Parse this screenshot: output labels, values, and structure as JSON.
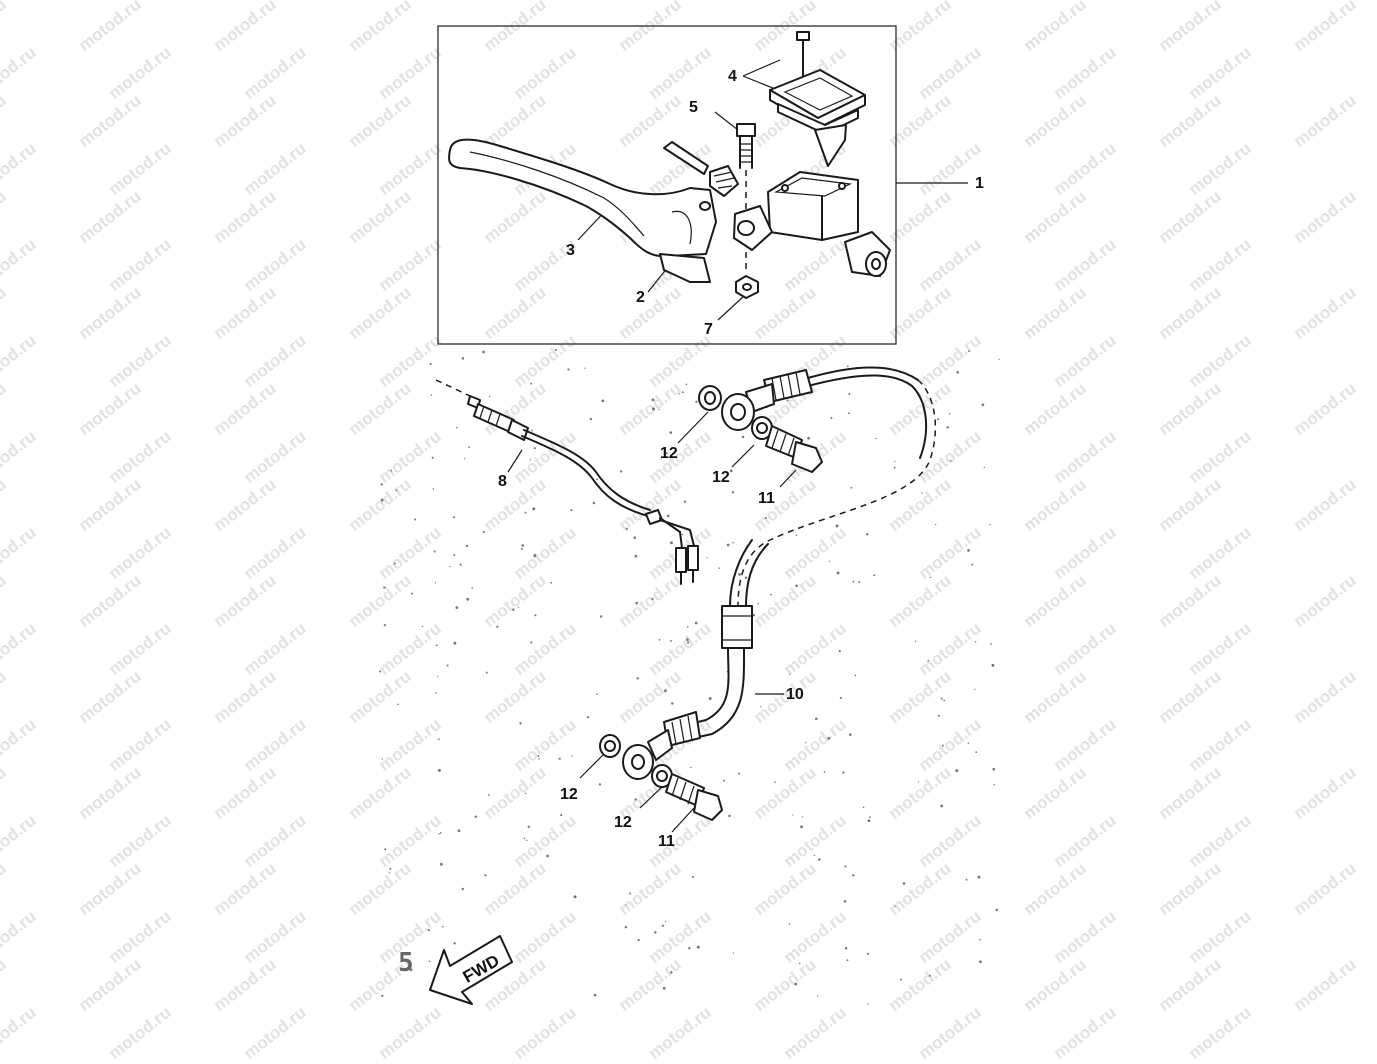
{
  "watermark": {
    "text": "motod.ru"
  },
  "callouts": [
    {
      "id": "1",
      "label": "1"
    },
    {
      "id": "2",
      "label": "2"
    },
    {
      "id": "3",
      "label": "3"
    },
    {
      "id": "4",
      "label": "4"
    },
    {
      "id": "5",
      "label": "5"
    },
    {
      "id": "7",
      "label": "7"
    },
    {
      "id": "8",
      "label": "8"
    },
    {
      "id": "10",
      "label": "10"
    },
    {
      "id": "11a",
      "label": "11"
    },
    {
      "id": "11b",
      "label": "11"
    },
    {
      "id": "12a",
      "label": "12"
    },
    {
      "id": "12b",
      "label": "12"
    },
    {
      "id": "12c",
      "label": "12"
    },
    {
      "id": "12d",
      "label": "12"
    }
  ],
  "direction_arrow": {
    "label": "FWD"
  },
  "side_mark": {
    "label": "5"
  }
}
